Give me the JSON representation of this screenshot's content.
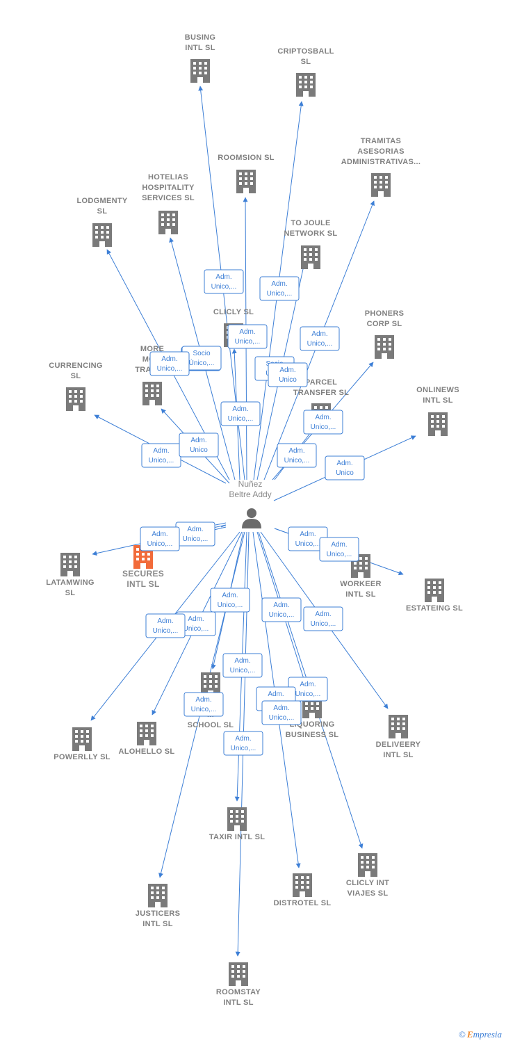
{
  "center": {
    "name": "Nuñez\nBeltre Addy"
  },
  "colors": {
    "edge": "#3d7fd6",
    "building": "#7a7a7a",
    "highlight": "#f26b3a",
    "label": "#808080"
  },
  "nodes": [
    {
      "id": "busing",
      "label": "BUSING\nINTL  SL"
    },
    {
      "id": "criptosball",
      "label": "CRIPTOSBALL\nSL"
    },
    {
      "id": "tramitas",
      "label": "TRAMITAS\nASESORIAS\nADMINISTRATIVAS..."
    },
    {
      "id": "roomsion",
      "label": "ROOMSION  SL"
    },
    {
      "id": "hotelias",
      "label": "HOTELIAS\nHOSPITALITY\nSERVICES  SL"
    },
    {
      "id": "lodgmenty",
      "label": "LODGMENTY\nSL"
    },
    {
      "id": "tojoule",
      "label": "TO JOULE\nNETWORK  SL"
    },
    {
      "id": "clicly",
      "label": "CLICLY  SL"
    },
    {
      "id": "phoners",
      "label": "PHONERS\nCORP  SL"
    },
    {
      "id": "currencing",
      "label": "CURRENCING\nSL"
    },
    {
      "id": "moremoney",
      "label": "MORE\nMO...\nTRANS..."
    },
    {
      "id": "parcel",
      "label": "PARCEL\nTRANSFER  SL"
    },
    {
      "id": "onlinews",
      "label": "ONLINEWS\nINTL  SL"
    },
    {
      "id": "latamwing",
      "label": "LATAMWING\nSL"
    },
    {
      "id": "secures",
      "label": "SECURES\nINTL  SL",
      "highlight": true
    },
    {
      "id": "workeer",
      "label": "WORKEER\nINTL  SL"
    },
    {
      "id": "estateing",
      "label": "ESTATEING  SL"
    },
    {
      "id": "school",
      "label": "...\nSCHOOL  SL"
    },
    {
      "id": "liquoring",
      "label": "LIQUORING\nBUSINESS  SL"
    },
    {
      "id": "deliveery",
      "label": "DELIVEERY\nINTL  SL"
    },
    {
      "id": "powerlly",
      "label": "POWERLLY  SL"
    },
    {
      "id": "alohello",
      "label": "ALOHELLO  SL"
    },
    {
      "id": "taxir",
      "label": "TAXIR INTL  SL"
    },
    {
      "id": "distrotel",
      "label": "DISTROTEL  SL"
    },
    {
      "id": "cliclyint",
      "label": "CLICLY INT\nVIAJES  SL"
    },
    {
      "id": "justicers",
      "label": "JUSTICERS\nINTL  SL"
    },
    {
      "id": "roomstay",
      "label": "ROOMSTAY\nINTL  SL"
    }
  ],
  "edge_labels": [
    "Adm.\nUnico,...",
    "Adm.\nUnico,...",
    "Adm.\nUnico,...",
    "Adm.\nUnico,...",
    "Adm.\nUnico,...",
    "Socio\nÚnico,...",
    "Adm.\nUnico,...",
    "Adm.\nUnico,...",
    "Socio\nÚnico",
    "Adm.\nUnico",
    "Adm.\nUnico,...",
    "Adm.\nUnico,...",
    "Adm.\nUnico",
    "Adm.\nUnico,...",
    "Adm.\nUnico",
    "Adm.\nUnico,...",
    "Adm.\nUnico,...",
    "Adm.\nUnico,...",
    "Adm.\nUnico,...",
    "Adm.\nUnico,...",
    "Adm.\nUnico,...",
    "Adm.\nUnico,...",
    "Adm.\nUnico,...",
    "Adm.\nUnico,...",
    "Adm.\nUnico,...",
    "Adm.\nUnico,...",
    "Adm.\nUnico,...",
    "Adm.\nUnico,...",
    "Adm.\nUnico,...",
    "Adm.\nUnico,..."
  ],
  "footer": {
    "copyright": "©",
    "brand_first": "E",
    "brand_rest": "mpresia"
  }
}
